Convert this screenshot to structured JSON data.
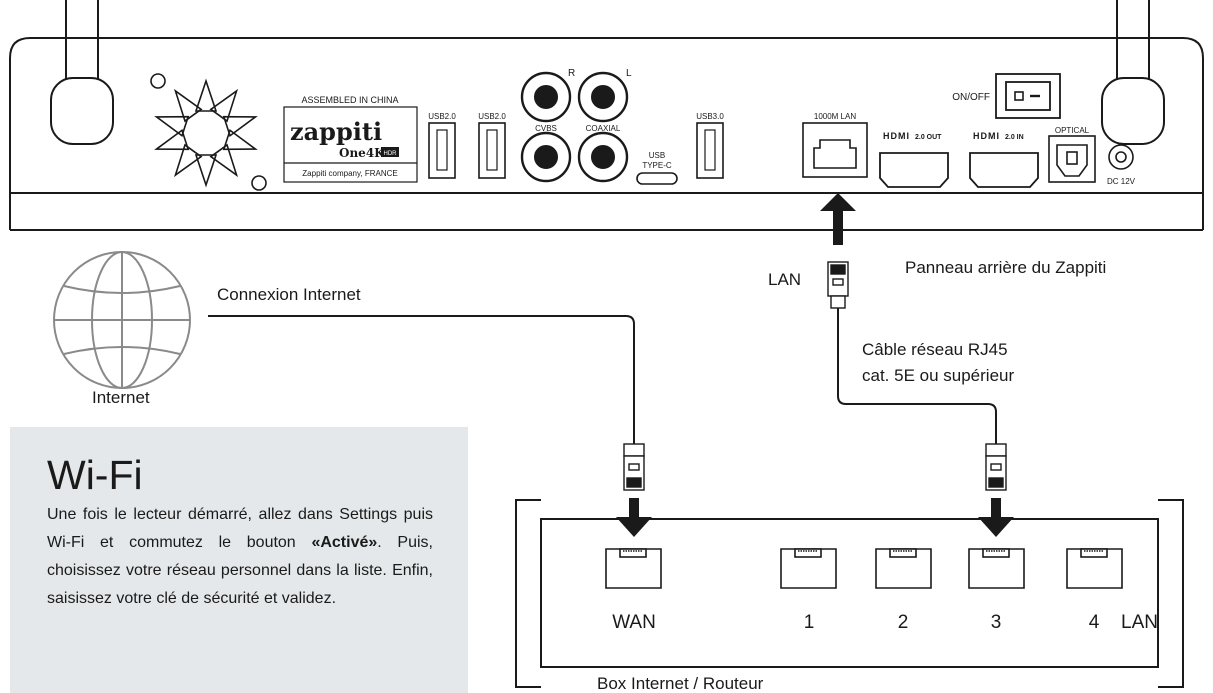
{
  "zappiti_panel": {
    "caption": "Panneau arrière du Zappiti",
    "label_assembled": "ASSEMBLED IN CHINA",
    "logo_text": "zappiti",
    "model_text": "One4K",
    "model_badge": "HDR",
    "label_company": "Zappiti company, FRANCE",
    "ports": {
      "usb2_a": "USB2.0",
      "usb2_b": "USB2.0",
      "audio_r": "R",
      "audio_l": "L",
      "cvbs": "CVBS",
      "coaxial": "COAXIAL",
      "usb_typec_1": "USB",
      "usb_typec_2": "TYPE-C",
      "usb3": "USB3.0",
      "lan": "1000M LAN",
      "hdmi_out": "2.0 OUT",
      "hdmi_in": "2.0 IN",
      "hdmi_logo": "HDMI",
      "optical": "OPTICAL",
      "power_switch": "ON/OFF",
      "dc": "DC 12V"
    }
  },
  "internet": {
    "label": "Internet",
    "connection_label": "Connexion Internet"
  },
  "cable": {
    "lan_label": "LAN",
    "line1": "Câble réseau RJ45",
    "line2": "cat. 5E ou supérieur"
  },
  "router": {
    "caption": "Box Internet / Routeur",
    "port_labels": [
      "WAN",
      "1",
      "2",
      "3",
      "4"
    ],
    "lan_label": "LAN"
  },
  "wifi": {
    "title": "Wi-Fi",
    "text_before": "Une fois le lecteur démarré, allez dans Settings puis Wi-Fi et commutez le bouton ",
    "text_bold": "«Activé»",
    "text_after": ". Puis, choisissez votre réseau personnel dans la liste. Enfin, saisissez votre clé de sécurité et validez."
  },
  "colors": {
    "line": "#1a1a1a",
    "panel_box": "#e5e8ea"
  }
}
